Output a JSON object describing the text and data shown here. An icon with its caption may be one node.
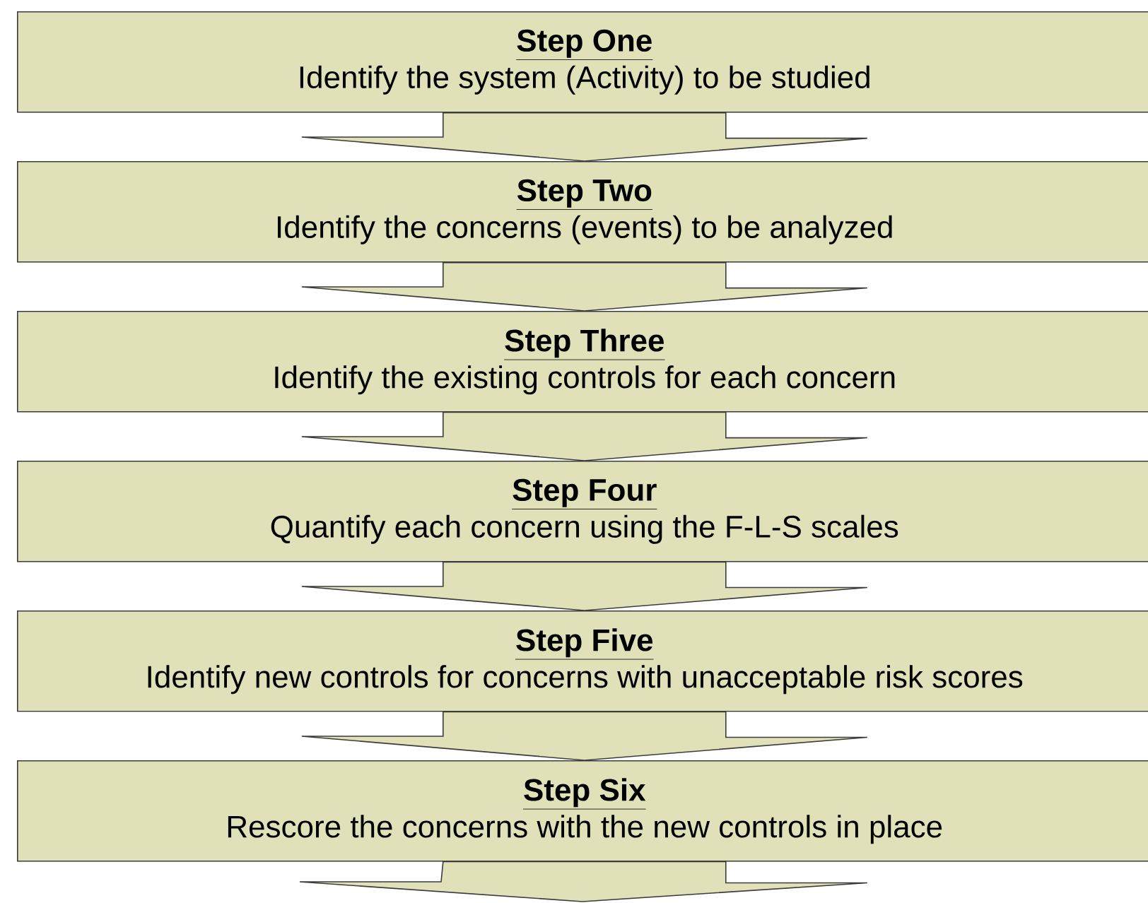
{
  "diagram": {
    "nodes": [
      {
        "text": [
          "Step One",
          "Identify the system (Activity) to be studied"
        ]
      },
      {
        "text": [
          "Step Two",
          "Identify the concerns (events) to be analyzed"
        ]
      },
      {
        "text": [
          "Step Three",
          "Identify the existing controls for each concern"
        ]
      },
      {
        "text": [
          "Step Four",
          "Quantify each concern using the F-L-S scales"
        ]
      },
      {
        "text": [
          "Step Five",
          "Identify new controls for concerns with unacceptable risk scores"
        ]
      },
      {
        "text": [
          "Step Six",
          "Rescore the concerns with the new controls in place"
        ]
      }
    ],
    "edges": [
      {
        "from": 0,
        "to": 1,
        "arrow": "to"
      },
      {
        "from": 1,
        "to": 2,
        "arrow": "to"
      },
      {
        "from": 2,
        "to": 3,
        "arrow": "to"
      },
      {
        "from": 3,
        "to": 4,
        "arrow": "to"
      },
      {
        "from": 4,
        "to": 5,
        "arrow": "to"
      },
      {
        "from": 5,
        "to": null,
        "arrow": "to"
      }
    ]
  }
}
